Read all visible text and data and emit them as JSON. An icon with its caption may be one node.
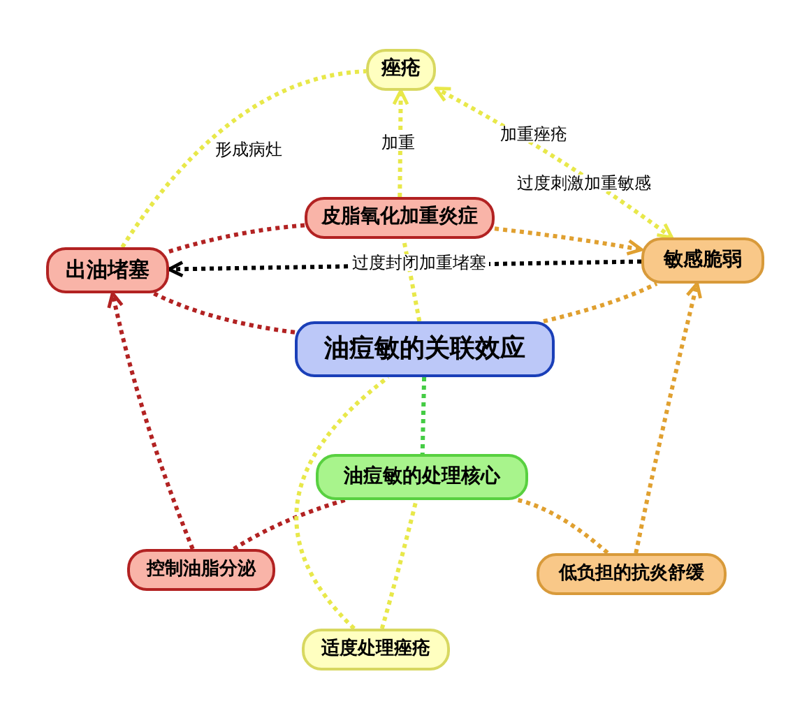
{
  "diagram": {
    "nodes": [
      {
        "text": [
          "痤疮"
        ]
      },
      {
        "text": [
          "皮脂氧化加重炎症"
        ]
      },
      {
        "text": [
          "出油堵塞"
        ]
      },
      {
        "text": [
          "敏感脆弱"
        ]
      },
      {
        "text": [
          "油痘敏的关联效应"
        ]
      },
      {
        "text": [
          "油痘敏的处理核心"
        ]
      },
      {
        "text": [
          "控制油脂分泌"
        ]
      },
      {
        "text": [
          "适度处理痤疮"
        ]
      },
      {
        "text": [
          "低负担的抗炎舒缓"
        ]
      }
    ],
    "edges": [
      {
        "from": 2,
        "to": 0,
        "arrow": "none",
        "label": "形成病灶",
        "style": "dashed"
      },
      {
        "from": 1,
        "to": 0,
        "arrow": "to",
        "label": "加重",
        "style": "dashed"
      },
      {
        "from": 4,
        "to": 1,
        "arrow": "none",
        "style": "dashed"
      },
      {
        "from": 3,
        "to": 0,
        "arrow": "both",
        "label": "加重痤疮",
        "style": "dashed"
      },
      {
        "from": 1,
        "to": 2,
        "arrow": "none",
        "style": "dashed",
        "color": "#b22222"
      },
      {
        "from": 4,
        "to": 2,
        "arrow": "none",
        "style": "dashed",
        "color": "#b22222"
      },
      {
        "from": 1,
        "to": 3,
        "arrow": "to",
        "style": "dashed",
        "color": "#e0a030"
      },
      {
        "from": 3,
        "to": 2,
        "arrow": "to",
        "label": "过度封闭加重堵塞",
        "style": "dashed",
        "color": "#000000"
      },
      {
        "from": 4,
        "to": 3,
        "arrow": "none",
        "style": "dashed",
        "color": "#e0a030"
      },
      {
        "from": 4,
        "to": 5,
        "arrow": "none",
        "style": "dashed",
        "color": "#44cc44"
      },
      {
        "from": 5,
        "to": 6,
        "arrow": "none",
        "style": "dashed",
        "color": "#b22222"
      },
      {
        "from": 6,
        "to": 2,
        "arrow": "to",
        "style": "dashed",
        "color": "#b22222"
      },
      {
        "from": 5,
        "to": 8,
        "arrow": "none",
        "style": "dashed",
        "color": "#e0a030"
      },
      {
        "from": 8,
        "to": 3,
        "arrow": "to",
        "style": "dashed",
        "color": "#e0a030"
      },
      {
        "from": 7,
        "to": 4,
        "arrow": "none",
        "style": "dashed"
      },
      {
        "from": 7,
        "to": 5,
        "arrow": "none",
        "style": "dashed"
      }
    ],
    "labels": [
      "过度刺激加重敏感"
    ]
  }
}
